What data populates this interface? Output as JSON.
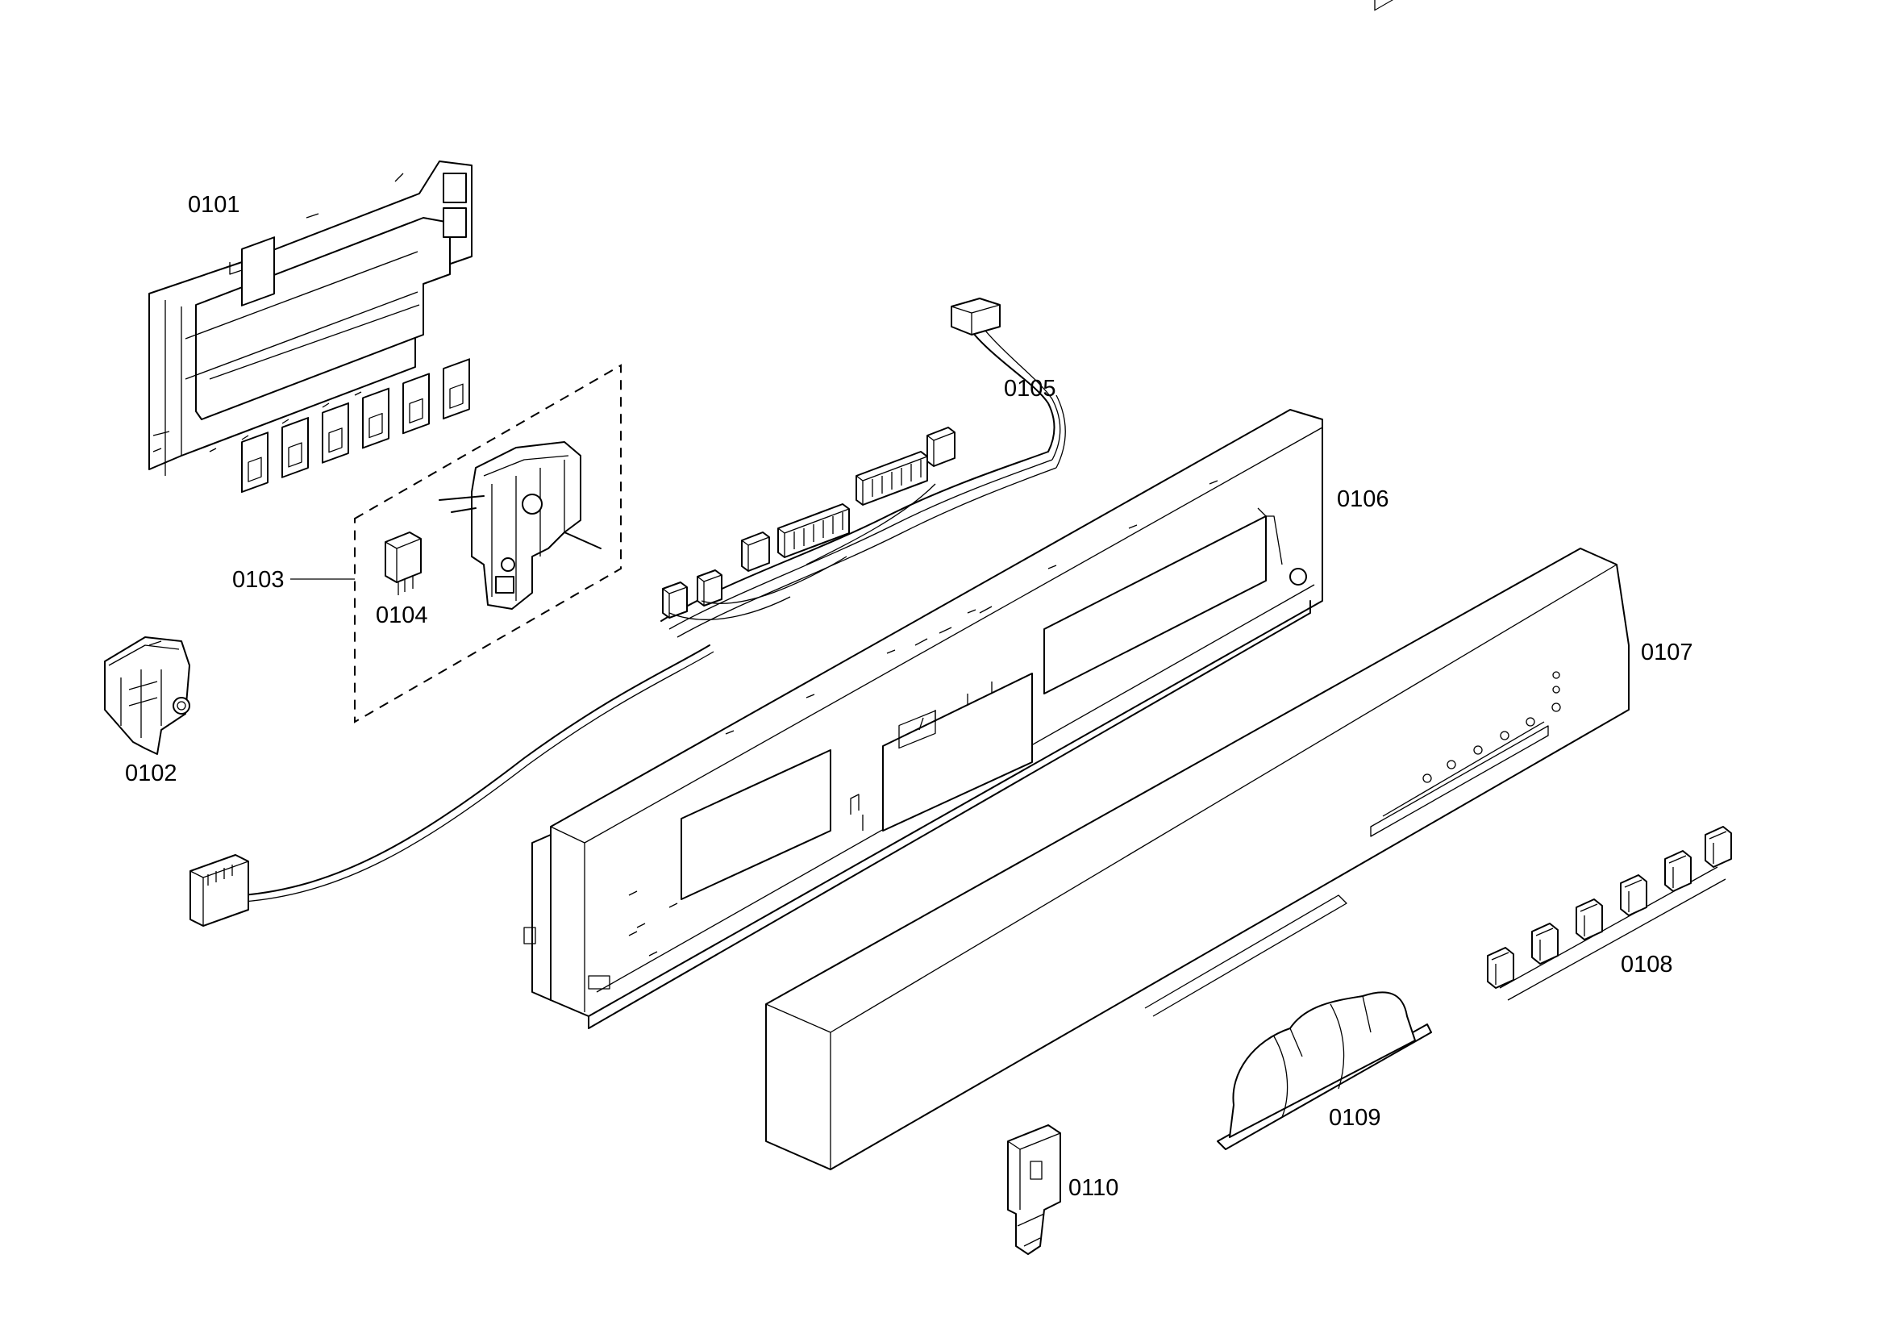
{
  "parts": [
    {
      "id": "0101"
    },
    {
      "id": "0102"
    },
    {
      "id": "0103"
    },
    {
      "id": "0104"
    },
    {
      "id": "0105"
    },
    {
      "id": "0106"
    },
    {
      "id": "0107"
    },
    {
      "id": "0108"
    },
    {
      "id": "0109"
    },
    {
      "id": "0110"
    }
  ]
}
